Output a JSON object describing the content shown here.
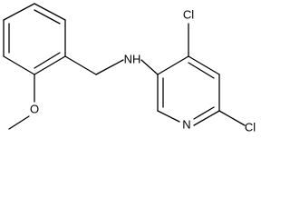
{
  "molecule": {
    "atoms": {
      "nh": "NH",
      "n_ring": "N",
      "o": "O",
      "cl_top": "Cl",
      "cl_right": "Cl"
    },
    "colors": {
      "bond": "#000000",
      "label": "#000000",
      "background": "#ffffff"
    }
  }
}
